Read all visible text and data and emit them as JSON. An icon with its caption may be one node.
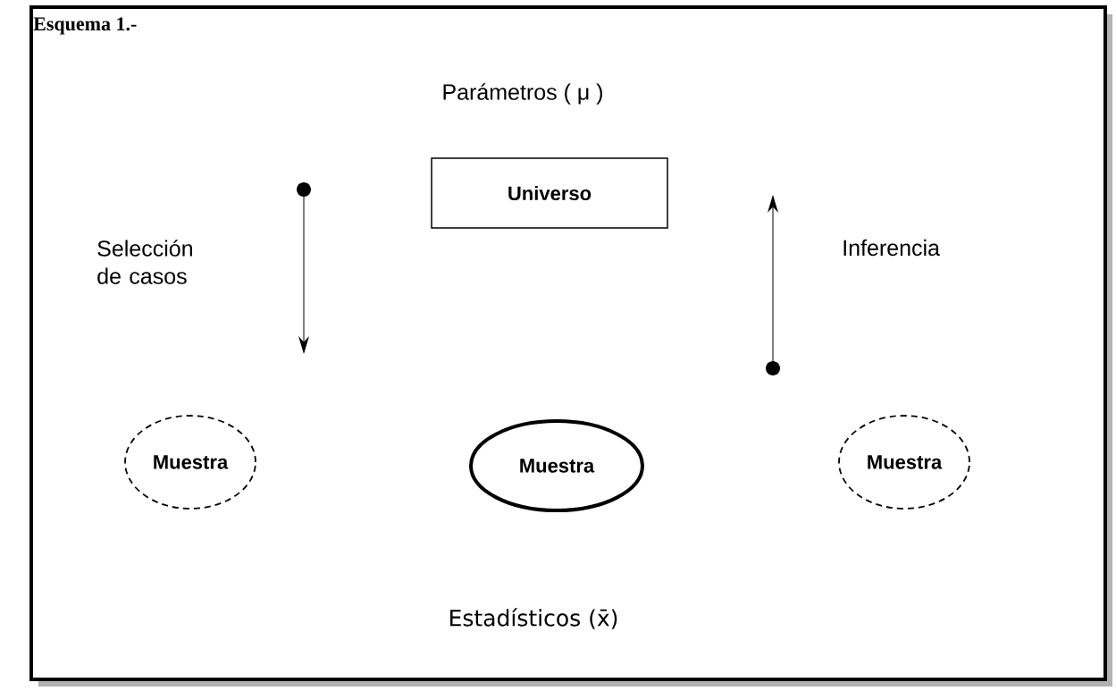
{
  "diagram": {
    "title": "Esquema 1.-",
    "nodes": [
      {
        "text": [
          "Universo"
        ]
      },
      {
        "text": [
          "Muestra"
        ]
      },
      {
        "text": [
          "Muestra"
        ]
      },
      {
        "text": [
          "Muestra"
        ]
      }
    ],
    "labels": [
      "Parámetros ( μ )",
      "Selección de casos",
      "Inferencia",
      "Estadísticos (x̄)"
    ]
  }
}
